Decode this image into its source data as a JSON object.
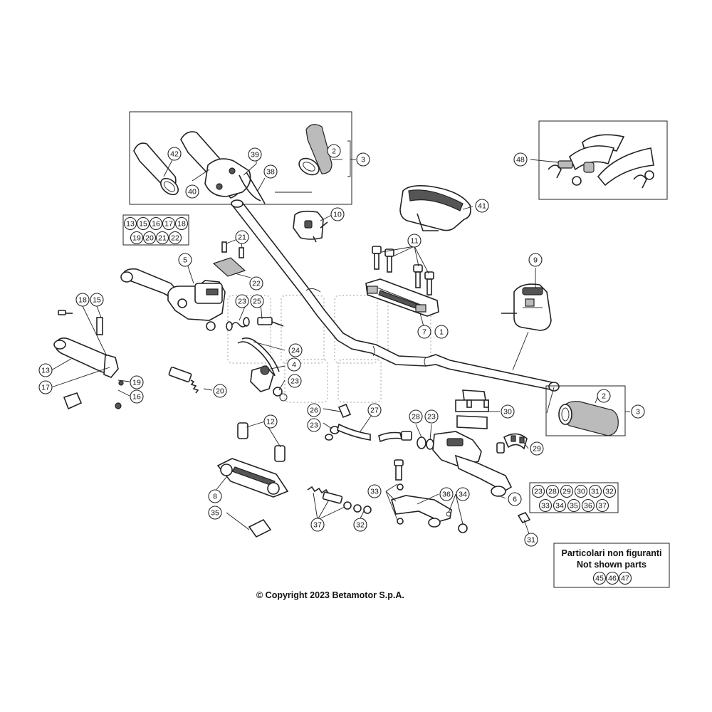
{
  "copyright": "© Copyright 2023 Betamotor S.p.A.",
  "legend": {
    "line1": "Particolari non figuranti",
    "line2": "Not shown parts",
    "numbers": [
      "45",
      "46",
      "47"
    ]
  },
  "group_boxes": {
    "switch_group": {
      "row1": [
        "13",
        "15",
        "16",
        "17",
        "18"
      ],
      "row2": [
        "19",
        "20",
        "21",
        "22"
      ]
    },
    "brake_group": {
      "row1": [
        "23",
        "28",
        "29",
        "30",
        "31",
        "32"
      ],
      "row2": [
        "33",
        "34",
        "35",
        "36",
        "37"
      ]
    }
  },
  "callouts": [
    {
      "id": "c2a",
      "label": "2"
    },
    {
      "id": "c3a",
      "label": "3"
    },
    {
      "id": "c39",
      "label": "39"
    },
    {
      "id": "c38",
      "label": "38"
    },
    {
      "id": "c40",
      "label": "40"
    },
    {
      "id": "c42",
      "label": "42"
    },
    {
      "id": "c48",
      "label": "48"
    },
    {
      "id": "c10",
      "label": "10"
    },
    {
      "id": "c41",
      "label": "41"
    },
    {
      "id": "c11",
      "label": "11"
    },
    {
      "id": "c21",
      "label": "21"
    },
    {
      "id": "c5",
      "label": "5"
    },
    {
      "id": "c22",
      "label": "22"
    },
    {
      "id": "c9",
      "label": "9"
    },
    {
      "id": "c7",
      "label": "7"
    },
    {
      "id": "c1",
      "label": "1"
    },
    {
      "id": "c18",
      "label": "18"
    },
    {
      "id": "c15",
      "label": "15"
    },
    {
      "id": "c23a",
      "label": "23"
    },
    {
      "id": "c25",
      "label": "25"
    },
    {
      "id": "c24",
      "label": "24"
    },
    {
      "id": "c4",
      "label": "4"
    },
    {
      "id": "c23b",
      "label": "23"
    },
    {
      "id": "c13",
      "label": "13"
    },
    {
      "id": "c17",
      "label": "17"
    },
    {
      "id": "c19",
      "label": "19"
    },
    {
      "id": "c16",
      "label": "16"
    },
    {
      "id": "c20",
      "label": "20"
    },
    {
      "id": "c26",
      "label": "26"
    },
    {
      "id": "c23c",
      "label": "23"
    },
    {
      "id": "c27",
      "label": "27"
    },
    {
      "id": "c28",
      "label": "28"
    },
    {
      "id": "c23d",
      "label": "23"
    },
    {
      "id": "c30",
      "label": "30"
    },
    {
      "id": "c2b",
      "label": "2"
    },
    {
      "id": "c3b",
      "label": "3"
    },
    {
      "id": "c12",
      "label": "12"
    },
    {
      "id": "c29",
      "label": "29"
    },
    {
      "id": "c8",
      "label": "8"
    },
    {
      "id": "c35",
      "label": "35"
    },
    {
      "id": "c33",
      "label": "33"
    },
    {
      "id": "c36",
      "label": "36"
    },
    {
      "id": "c34",
      "label": "34"
    },
    {
      "id": "c6",
      "label": "6"
    },
    {
      "id": "c37",
      "label": "37"
    },
    {
      "id": "c32",
      "label": "32"
    },
    {
      "id": "c31",
      "label": "31"
    }
  ]
}
